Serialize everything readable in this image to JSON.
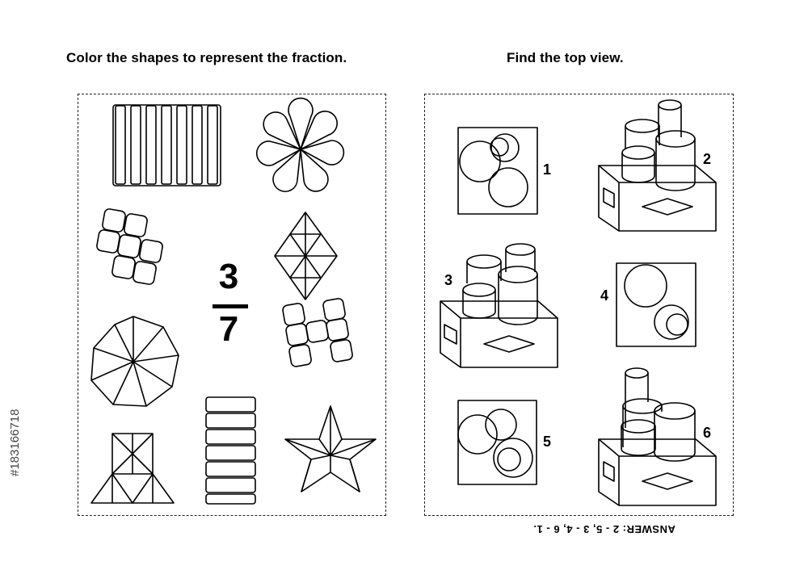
{
  "left_title": "Color the shapes to represent the fraction.",
  "right_title": "Find the top view.",
  "fraction": {
    "numerator": "3",
    "denominator": "7"
  },
  "option_numbers": [
    "1",
    "2",
    "3",
    "4",
    "5",
    "6"
  ],
  "answer": "ANSWER: 2 - 5, 3 - 4, 6 - 1.",
  "watermark_id": "#183166718",
  "icons": [
    "vertical-bars-icon",
    "flower-icon",
    "squares-zigzag-icon",
    "triangle-grid-icon",
    "heptagon-icon",
    "squares-h-icon",
    "horizontal-bars-icon",
    "x-square-icon",
    "star-icon",
    "cylinders-on-box-icon",
    "circles-square-icon"
  ]
}
